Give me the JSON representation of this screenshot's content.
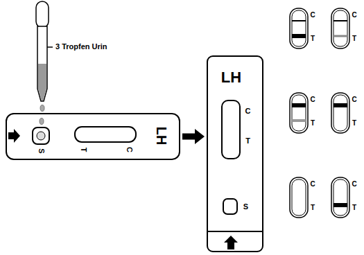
{
  "diagram": {
    "nodes": [
      {
        "text": [
          "S",
          "T",
          "C",
          "LH"
        ]
      },
      {
        "text": [
          "LH",
          "C",
          "T",
          "S"
        ]
      }
    ],
    "edges": [
      {
        "from": 0,
        "to": 1,
        "arrow": "to"
      }
    ],
    "labels": [
      "3 Tropfen Urin",
      "C",
      "T",
      "C",
      "T",
      "C",
      "T",
      "C",
      "T",
      "C",
      "T",
      "C",
      "T"
    ]
  }
}
